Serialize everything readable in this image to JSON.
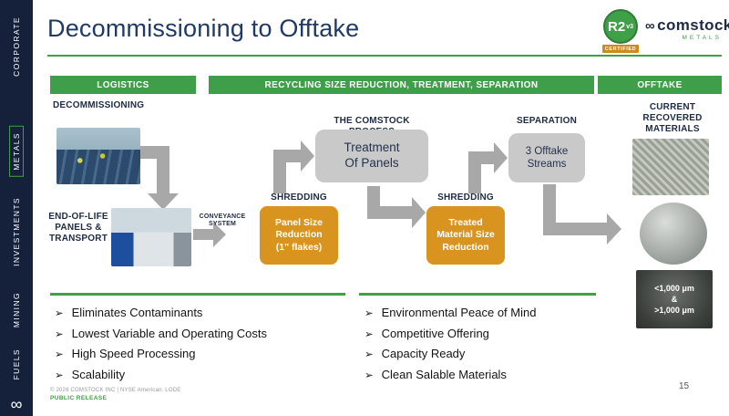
{
  "sidebar": {
    "items": [
      {
        "label": "CORPORATE",
        "active": false
      },
      {
        "label": "METALS",
        "active": true
      },
      {
        "label": "INVESTMENTS",
        "active": false
      },
      {
        "label": "MINING",
        "active": false
      },
      {
        "label": "FUELS",
        "active": false
      }
    ],
    "logo_glyph": "∞"
  },
  "header": {
    "title": "Decommissioning to Offtake",
    "r2_badge": {
      "label": "R2",
      "version": "v3",
      "certified": "CERTIFIED"
    },
    "brand": {
      "glyph": "∞",
      "name": "comstock",
      "division": "METALS"
    }
  },
  "bands": {
    "logistics": "LOGISTICS",
    "recycling": "RECYCLING SIZE REDUCTION, TREATMENT, SEPARATION",
    "offtake": "OFFTAKE"
  },
  "flow": {
    "decommissioning": "DECOMMISSIONING",
    "end_of_life": "END-OF-LIFE\nPANELS &\nTRANSPORT",
    "conveyance": "CONVEYANCE\nSYSTEM",
    "shredding_1": "SHREDDING",
    "panel_size_box": "Panel Size\nReduction\n(1\" flakes)",
    "process_title": "THE COMSTOCK PROCESS",
    "treatment_box": "Treatment\nOf Panels",
    "shredding_2": "SHREDDING",
    "treated_box": "Treated\nMaterial Size\nReduction",
    "separation": "SEPARATION",
    "streams_box": "3 Offtake\nStreams",
    "recovered_title": "CURRENT\nRECOVERED\nMATERIALS",
    "micron_label": "<1,000 μm\n&\n>1,000 μm"
  },
  "bullets": {
    "left": [
      "Eliminates Contaminants",
      "Lowest Variable and Operating Costs",
      "High Speed Processing",
      "Scalability"
    ],
    "right": [
      "Environmental Peace of Mind",
      "Competitive Offering",
      "Capacity Ready",
      "Clean Salable Materials"
    ]
  },
  "footer": {
    "copyright": "© 2026 COMSTOCK INC | NYSE American: LODE",
    "release": "PUBLIC RELEASE",
    "page": "15"
  },
  "colors": {
    "green": "#3fa047",
    "navy": "#203a66",
    "orange": "#d8941f",
    "gray_box": "#c9c9c9",
    "arrow": "#a8a8a8",
    "sidebar": "#15213a"
  }
}
